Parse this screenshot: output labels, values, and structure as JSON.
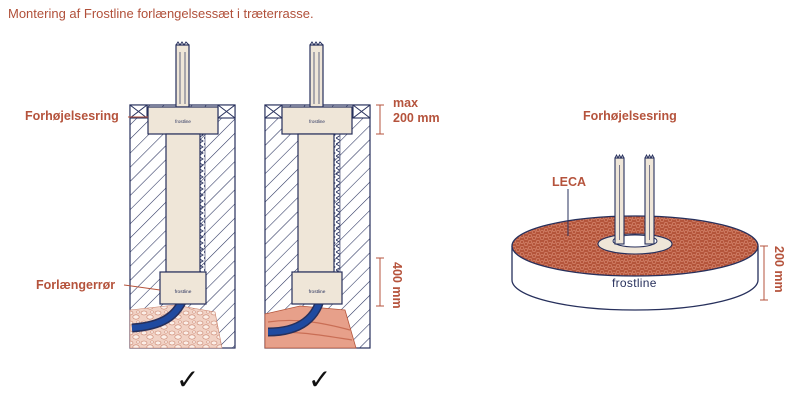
{
  "title": "Montering af Frostline forlængelsessæt i træterrasse.",
  "labels": {
    "ring_left": "Forhøjelsesring",
    "tube_left": "Forlængerrør",
    "ring_right_heading": "Forhøjelsesring",
    "leca": "LECA"
  },
  "dimensions": {
    "max_line1": "max",
    "max_line2": "200 mm",
    "depth_400": "400 mm",
    "height_200": "200 mm"
  },
  "brand": {
    "small_logo": "frostline",
    "big_logo": "frostline"
  },
  "checks": [
    "✓",
    "✓"
  ],
  "colors": {
    "accent": "#b5533c",
    "outline": "#27305c",
    "component_fill": "#efe6d8",
    "pipe_blue": "#1f4aa0",
    "leca_fill": "#b4553b"
  }
}
